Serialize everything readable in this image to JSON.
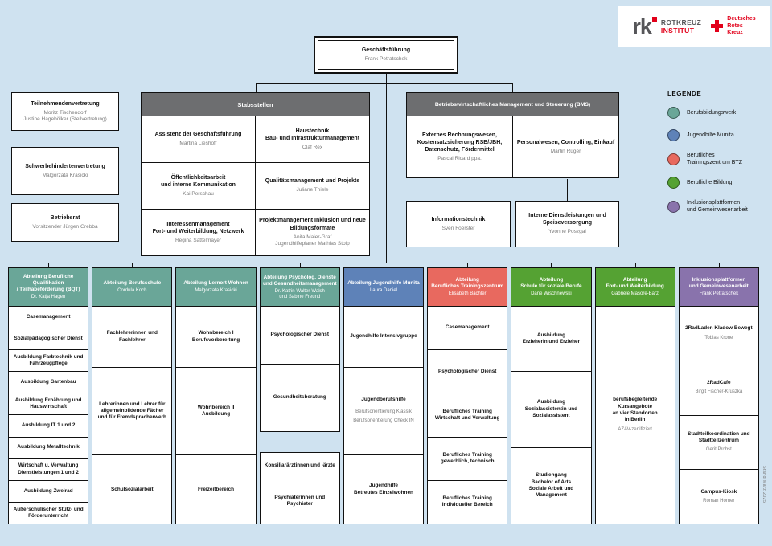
{
  "logos": {
    "rk": "rk",
    "rotkreuz": "ROTKREUZ",
    "institut": "INSTITUT",
    "drk": "Deutsches\nRotes\nKreuz"
  },
  "top_box": {
    "title": "Geschäftsführung",
    "name": "Frank Petratschek"
  },
  "left_boxes": [
    {
      "title": "Teilnehmendenvertretung",
      "name": "Moritz Tischendorf\nJustine Hagebölker (Stellvertretung)"
    },
    {
      "title": "Schwerbehindertenvertretung",
      "name": "Malgorzata Krasicki"
    },
    {
      "title": "Betriebsrat",
      "name": "Vorsitzender Jürgen Grebba"
    }
  ],
  "stabsstellen": {
    "header": "Stabsstellen",
    "cells": [
      {
        "title": "Assistenz der Geschäftsführung",
        "name": "Martina Lieshoff"
      },
      {
        "title": "Haustechnik\nBau- und Infrastrukturmanagement",
        "name": "Olaf Rex"
      },
      {
        "title": "Öffentlichkeitsarbeit\nund interne Kommunikation",
        "name": "Kai Perschau"
      },
      {
        "title": "Qualitätsmanagement und Projekte",
        "name": "Juliane Thiele"
      },
      {
        "title": "Interessenmanagement\nFort- und Weiterbildung, Netzwerk",
        "name": "Regina Sattelmayer"
      },
      {
        "title": "Projektmanagement Inklusion und neue\nBildungsformate",
        "name": "Anita Maier-Graf\nJugendhilfeplaner Mathias Stolp"
      }
    ]
  },
  "bms": {
    "header": "Betriebswirtschaftliches Management und Steuerung (BMS)",
    "cells": [
      {
        "title": "Externes Rechnungswesen,\nKostensatzsicherung RSB/JBH,\nDatenschutz, Fördermittel",
        "name": "Pascal Ricard ppa."
      },
      {
        "title": "Personalwesen, Controlling, Einkauf",
        "name": "Martin Rüger"
      }
    ],
    "sub_boxes": [
      {
        "title": "Informationstechnik",
        "name": "Sven Foerster"
      },
      {
        "title": "Interne Dienstleistungen und\nSpeiseversorgung",
        "name": "Yvonne Poszgai"
      }
    ]
  },
  "legend": {
    "title": "LEGENDE",
    "items": [
      {
        "icon": "legend-dot-berufsbildungswerk",
        "color": "#6aa698",
        "label": "Berufsbildungswerk"
      },
      {
        "icon": "legend-dot-jugendhilfe-munita",
        "color": "#5e82b8",
        "label": "Jugendhilfe Munita"
      },
      {
        "icon": "legend-dot-btz",
        "color": "#e8695f",
        "label": "Berufliches\nTrainingszentrum BTZ"
      },
      {
        "icon": "legend-dot-berufliche-bildung",
        "color": "#55a233",
        "label": "Berufliche Bildung"
      },
      {
        "icon": "legend-dot-inklusionsplattformen",
        "color": "#8973ac",
        "label": "Inklusionsplattformen\nund Gemeinwesenarbeit"
      }
    ]
  },
  "columns": [
    {
      "color": "#6aa698",
      "title": "Abteilung Berufliche\nQualifikation\n/ Teilhabeförderung (BQT)",
      "name": "Dr. Katja Hagen",
      "items": [
        {
          "text": "Casemanagement",
          "w": 1
        },
        {
          "text": "Sozialpädagogischer Dienst",
          "w": 1
        },
        {
          "text": "Ausbildung Farbtechnik und\nFahrzeugpflege",
          "w": 1
        },
        {
          "text": "Ausbildung Gartenbau",
          "w": 1
        },
        {
          "text": "Ausbildung Ernährung und\nHauswirtschaft",
          "w": 1
        },
        {
          "text": "Ausbildung IT 1 und 2",
          "w": 1
        },
        {
          "text": "Ausbildung Metalltechnik",
          "w": 1
        },
        {
          "text": "Wirtschaft u. Verwaltung\nDienstleistungen 1 und 2",
          "w": 1
        },
        {
          "text": "Ausbildung Zweirad",
          "w": 1
        },
        {
          "text": "Außerschulischer Stütz- und\nFörderunterricht",
          "w": 1
        }
      ]
    },
    {
      "color": "#6aa698",
      "title": "Abteilung Berufsschule",
      "name": "Cordula Koch",
      "items": [
        {
          "text": "Fachlehrerinnen und\nFachlehrer",
          "w": 75
        },
        {
          "text": "Lehrerinnen und Lehrer für\nallgemeinbildende Fächer\nund für Fremdspracherwerb",
          "w": 110
        },
        {
          "text": "Schulsozialarbeit",
          "w": 85
        }
      ]
    },
    {
      "color": "#6aa698",
      "title": "Abteilung Lernort Wohnen",
      "name": "Malgorzata Krasicki",
      "items": [
        {
          "text": "Wohnbereich I\nBerufsvorbereitung",
          "w": 75
        },
        {
          "text": "Wohnbereich II\nAusbildung",
          "w": 110
        },
        {
          "text": "Freizeitbereich",
          "w": 85
        }
      ]
    },
    {
      "color": "#6aa698",
      "title": "Abteilung Psycholog. Dienste\nund Gesundheitsmanagement",
      "name": "Dr. Katrin Walter-Walsh\nund Sabine Freund",
      "items": [
        {
          "text": "Psychologischer Dienst",
          "w": 72
        },
        {
          "text": "Gesundheitsberatung",
          "w": 85
        },
        {
          "gap": true,
          "w": 28
        },
        {
          "text": "Konsiliarärztinnen und -ärzte",
          "w": 30
        },
        {
          "text": "Psychiaterinnen und\nPsychiater",
          "w": 55
        }
      ]
    },
    {
      "color": "#5e82b8",
      "title": "Abteilung Jugendhilfe Munita",
      "name": "Laura Daniel",
      "items": [
        {
          "text": "Jugendhilfe Intensivgruppe",
          "w": 75
        },
        {
          "text": "Jugendberufshilfe",
          "subs": "Berufsorientierung Klassik\nBerufsorientierung Check IN",
          "w": 110
        },
        {
          "text": "Jugendhilfe\nBetreutes Einzelwohnen",
          "w": 85
        }
      ]
    },
    {
      "color": "#e8695f",
      "title": "Abteilung\nBerufliches Trainingszentrum",
      "name": "Elisabeth Bächler",
      "items": [
        {
          "text": "Casemanagement",
          "w": 1
        },
        {
          "text": "Psychologischer Dienst",
          "w": 1
        },
        {
          "text": "Berufliches Training\nWirtschaft und Verwaltung",
          "w": 1
        },
        {
          "text": "Berufliches Training\ngewerblich, technisch",
          "w": 1
        },
        {
          "text": "Berufliches Training\nIndividueller Bereich",
          "w": 1
        }
      ]
    },
    {
      "color": "#55a233",
      "title": "Abteilung\nSchule für soziale Berufe",
      "name": "Dane Wischnewski",
      "items": [
        {
          "text": "Ausbildung\nErzieherin und Erzieher",
          "w": 80
        },
        {
          "text": "Ausbildung\nSozialassistentin und\nSozialassistent",
          "w": 95
        },
        {
          "text": "Studiengang\nBachelor of Arts\nSoziale Arbeit und\nManagement",
          "w": 95
        }
      ]
    },
    {
      "color": "#55a233",
      "title": "Abteilung\nFort- und Weiterbildung",
      "name": "Gabriele Masore-Barz",
      "items": [
        {
          "text": "berufsbegleitende\nKursangebote\nan vier Standorten\nin Berlin",
          "name": "AZAV-zertifiziert",
          "w": 1
        }
      ]
    },
    {
      "color": "#8973ac",
      "title": "Inklusionsplattformen\nund Gemeinwesenarbeit",
      "name": "Frank Petratschek",
      "items": [
        {
          "text": "2RadLaden Kladow Bewegt",
          "name": "Tobias Krone",
          "w": 1
        },
        {
          "text": "2RadCafe",
          "name": "Birgit Fischer-Kruszka",
          "w": 1
        },
        {
          "text": "Stadtteilkoordination und\nStadtteilzentrum",
          "name": "Gerit Probst",
          "w": 1
        },
        {
          "text": "Campus-Kiosk",
          "name": "Roman Horner",
          "w": 1
        }
      ]
    }
  ],
  "footnote": "Stand März 2025"
}
